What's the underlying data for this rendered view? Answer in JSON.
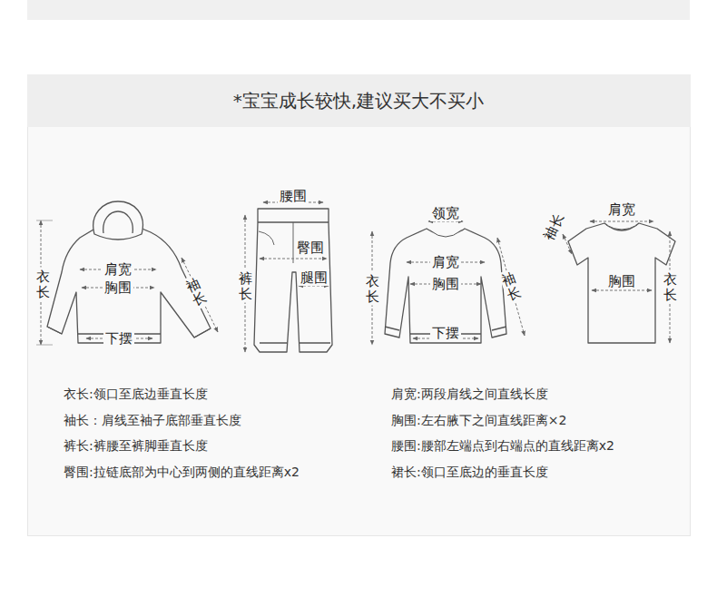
{
  "diagram": {
    "title": "*宝宝成长较快,建议买大不买小",
    "labels": [
      "衣长",
      "肩宽",
      "胸围",
      "袖长",
      "下摆",
      "腰围",
      "臀围",
      "裤长",
      "腿围",
      "领宽",
      "衣长",
      "肩宽",
      "胸围",
      "袖长",
      "下摆",
      "袖长",
      "肩宽",
      "衣长",
      "胸围",
      "衣长:领口至底边垂直长度",
      "袖长：肩线至袖子底部垂直长度",
      "裤长:裤腰至裤脚垂直长度",
      "臀围:拉链底部为中心到两侧的直线距离x2",
      "肩宽:两段肩线之间直线长度",
      "胸围:左右腋下之间直线距离×2",
      "腰围:腰部左端点到右端点的直线距离x2",
      "裙长:领口至底边的垂直长度"
    ]
  }
}
